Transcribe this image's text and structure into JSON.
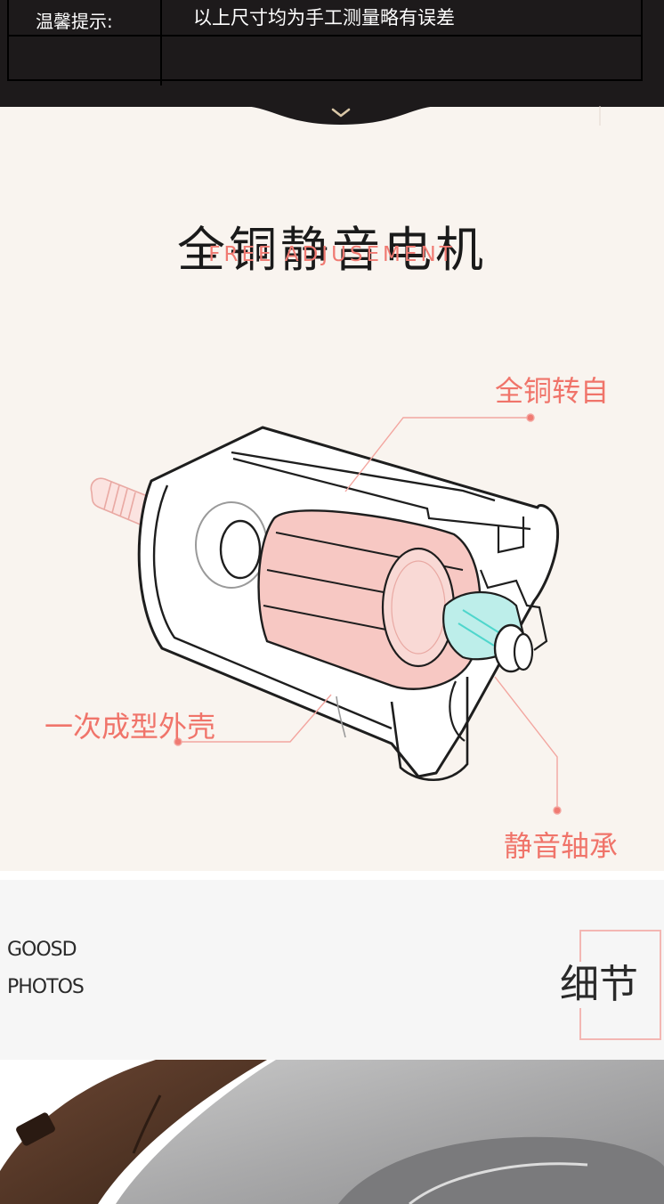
{
  "spec_table": {
    "rows": [
      {
        "label": "温馨提示:",
        "value": "以上尺寸均为手工测量略有误差"
      },
      {
        "label": "",
        "value": ""
      }
    ]
  },
  "motor": {
    "title": "全铜静音电机",
    "subtitle": "FREE ADJUSEMENT",
    "callouts": {
      "copper_rotor": "全铜转自",
      "one_piece_shell": "一次成型外壳",
      "silent_bearing": "静音轴承"
    }
  },
  "details": {
    "en_line1": "GOOSD",
    "en_line2": "PHOTOS",
    "cn": "细节"
  },
  "colors": {
    "accent": "#f07a72",
    "dark_bg": "#1d1a1b",
    "cream_bg": "#f9f4ef",
    "rotor_pink": "#f7c6c1",
    "bearing_cyan": "#b9ece8"
  }
}
